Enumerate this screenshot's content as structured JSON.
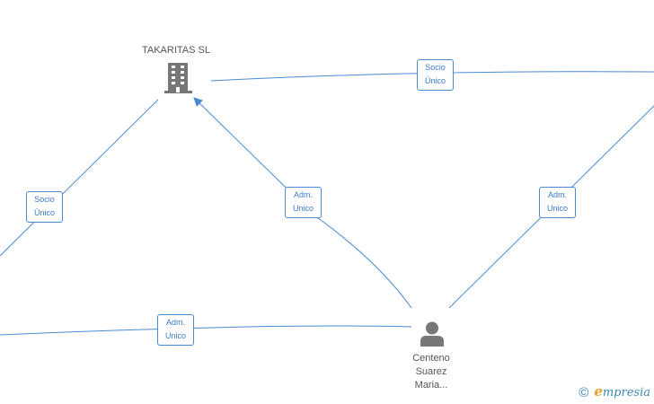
{
  "nodes": {
    "company": {
      "name": "TAKARITAS  SL",
      "icon": "building-icon"
    },
    "person": {
      "name_lines": [
        "Centeno",
        "Suarez",
        "Maria..."
      ],
      "icon": "person-icon"
    }
  },
  "edge_labels": {
    "top_right": [
      "Socio",
      "Único"
    ],
    "left": [
      "Socio",
      "Único"
    ],
    "middle": [
      "Adm.",
      "Unico"
    ],
    "right": [
      "Adm.",
      "Unico"
    ],
    "bottom_left": [
      "Adm.",
      "Unico"
    ]
  },
  "footer": {
    "copyright_symbol": "©",
    "brand_initial": "e",
    "brand_rest": "mpresia"
  },
  "colors": {
    "edge": "#4a8ad4",
    "icon": "#777777",
    "brand_accent": "#e8a020",
    "brand": "#3a8ab0"
  }
}
